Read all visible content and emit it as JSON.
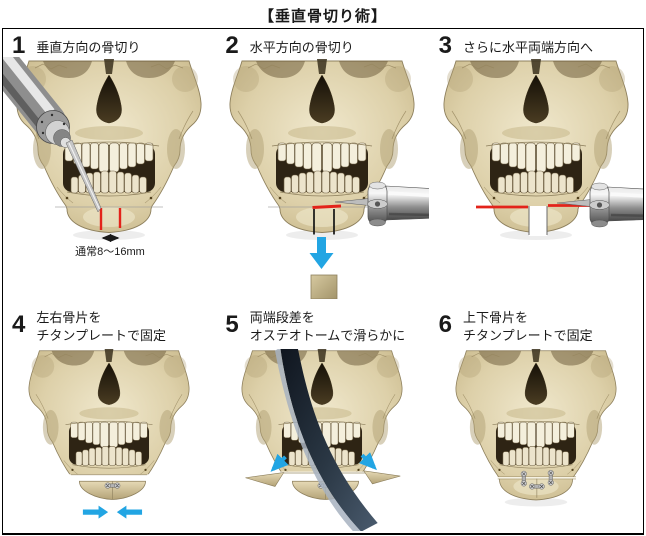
{
  "title": "【垂直骨切り術】",
  "panels": [
    {
      "number": "1",
      "label": "垂直方向の骨切り",
      "annotation": "通常8〜16mm"
    },
    {
      "number": "2",
      "label": "水平方向の骨切り"
    },
    {
      "number": "3",
      "label": "さらに水平両端方向へ"
    },
    {
      "number": "4",
      "label": "左右骨片を\nチタンプレートで固定"
    },
    {
      "number": "5",
      "label": "両端段差を\nオステオトームで滑らかに"
    },
    {
      "number": "6",
      "label": "上下骨片を\nチタンプレートで固定"
    }
  ],
  "colors": {
    "cut_red": "#e3231a",
    "arrow_blue": "#22a5e3",
    "bone": "#d9cba2",
    "metal_gray": "#9a9a9a",
    "text": "#1a1a1a",
    "border": "#000000"
  }
}
